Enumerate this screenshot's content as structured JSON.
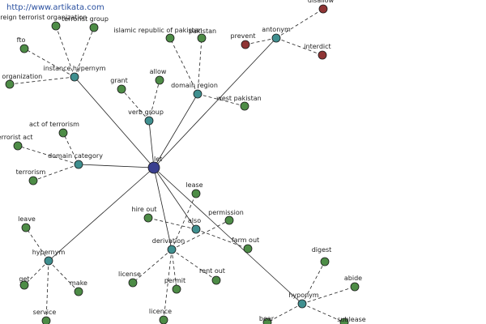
{
  "watermark": "http://www.artikata.com",
  "colors": {
    "center": "#3a3f8f",
    "hub": "#3f8f8f",
    "leaf": "#4d8c46",
    "antonym_leaf": "#8f3535",
    "edge": "#222222"
  },
  "graph": {
    "center": {
      "id": "let",
      "label": "let"
    },
    "hubs": [
      {
        "id": "instance-hypernym",
        "label": "instance hypernym"
      },
      {
        "id": "verb-group",
        "label": "verb group"
      },
      {
        "id": "domain-region",
        "label": "domain region"
      },
      {
        "id": "antonym",
        "label": "antonym"
      },
      {
        "id": "domain-category",
        "label": "domain category"
      },
      {
        "id": "hypernym",
        "label": "hypernym"
      },
      {
        "id": "derivation",
        "label": "derivation"
      },
      {
        "id": "hyponym",
        "label": "hyponym"
      },
      {
        "id": "also",
        "label": "also"
      }
    ],
    "leaves": [
      {
        "id": "l1",
        "hub": "instance-hypernym",
        "label": "foreign terrorist organization"
      },
      {
        "id": "l2",
        "hub": "instance-hypernym",
        "label": "terrorist group"
      },
      {
        "id": "l3",
        "hub": "instance-hypernym",
        "label": "fto"
      },
      {
        "id": "l4",
        "hub": "instance-hypernym",
        "label": "terrorist organization"
      },
      {
        "id": "l5",
        "hub": "verb-group",
        "label": "grant"
      },
      {
        "id": "l6",
        "hub": "verb-group",
        "label": "allow"
      },
      {
        "id": "l7",
        "hub": "domain-region",
        "label": "islamic republic of pakistan"
      },
      {
        "id": "l8",
        "hub": "domain-region",
        "label": "pakistan"
      },
      {
        "id": "l9",
        "hub": "domain-region",
        "label": "west pakistan"
      },
      {
        "id": "l10",
        "hub": "antonym",
        "label": "disallow",
        "type": "antonym"
      },
      {
        "id": "l11",
        "hub": "antonym",
        "label": "prevent",
        "type": "antonym"
      },
      {
        "id": "l12",
        "hub": "antonym",
        "label": "interdict",
        "type": "antonym"
      },
      {
        "id": "l13",
        "hub": "domain-category",
        "label": "act of terrorism"
      },
      {
        "id": "l14",
        "hub": "domain-category",
        "label": "terrorist act"
      },
      {
        "id": "l15",
        "hub": "domain-category",
        "label": "terrorism"
      },
      {
        "id": "l16",
        "hub": "hypernym",
        "label": "leave"
      },
      {
        "id": "l17",
        "hub": "hypernym",
        "label": "get"
      },
      {
        "id": "l18",
        "hub": "hypernym",
        "label": "make"
      },
      {
        "id": "l19",
        "hub": "hypernym",
        "label": "service"
      },
      {
        "id": "l20",
        "hub": "derivation",
        "label": "license"
      },
      {
        "id": "l21",
        "hub": "derivation",
        "label": "permit"
      },
      {
        "id": "l22",
        "hub": "derivation",
        "label": "licence"
      },
      {
        "id": "l23",
        "hub": "derivation",
        "label": "rent out"
      },
      {
        "id": "l24",
        "hub": "derivation",
        "label": "lease"
      },
      {
        "id": "l25",
        "hub": "derivation",
        "label": "permission"
      },
      {
        "id": "l26",
        "hub": "also",
        "label": "hire out"
      },
      {
        "id": "l27",
        "hub": "also",
        "label": "farm out"
      },
      {
        "id": "l28",
        "hub": "hyponym",
        "label": "digest"
      },
      {
        "id": "l29",
        "hub": "hyponym",
        "label": "abide"
      },
      {
        "id": "l30",
        "hub": "hyponym",
        "label": "sublease"
      },
      {
        "id": "l31",
        "hub": "hyponym",
        "label": "bear"
      }
    ]
  }
}
